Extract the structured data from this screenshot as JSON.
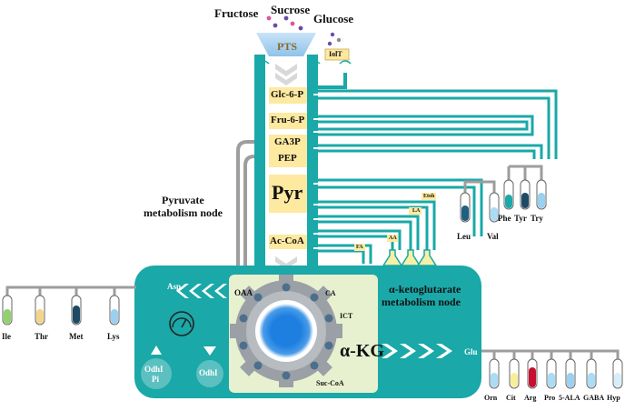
{
  "sugars": {
    "fructose": "Fructose",
    "sucrose": "Sucrose",
    "glucose": "Glucose"
  },
  "transporters": {
    "pts": "PTS",
    "iolt": "IolT"
  },
  "pathway": {
    "glc6p": "Glc-6-P",
    "fru6p": "Fru-6-P",
    "ga3p": "GA3P",
    "pep": "PEP",
    "pyr": "Pyr",
    "acetyl_coa": "Ac-CoA"
  },
  "node_labels": {
    "pyruvate_line1": "Pyruvate",
    "pyruvate_line2": "metabolism node",
    "akg_line1": "α-ketoglutarate",
    "akg_line2": "metabolism node"
  },
  "products": {
    "etoh": "Etoh",
    "la": "LA",
    "aa": "AA",
    "fa": "FA",
    "leu": "Leu",
    "val": "Val",
    "phe": "Phe",
    "tyr": "Tyr",
    "try": "Try"
  },
  "tca": {
    "oaa": "OAA",
    "ca": "CA",
    "ict": "ICT",
    "akg": "α-KG",
    "suc_coa": "Suc-CoA"
  },
  "branches": {
    "asp": "Asp",
    "glu": "Glu"
  },
  "asp_products": [
    "Ile",
    "Thr",
    "Met",
    "Lys"
  ],
  "glu_products": [
    "Orn",
    "Cit",
    "Arg",
    "Pro",
    "5-ALA",
    "GABA",
    "Hyp"
  ],
  "regulators": {
    "odhi_pi_line1": "OdhI",
    "odhi_pi_line2": "Pi",
    "odhi": "OdhI"
  },
  "colors": {
    "teal": "#1aa8a8",
    "teal_dark": "#0e8e8e",
    "pale_green": "#e7f1cf",
    "yellow": "#fde9a0",
    "gray_pipe": "#9d9d9d",
    "tca_blue": "#1e7fe0"
  }
}
